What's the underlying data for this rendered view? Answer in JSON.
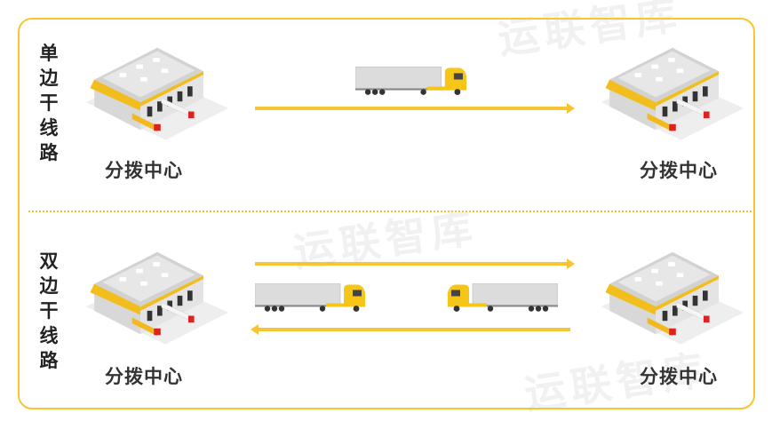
{
  "watermark": "运联智库",
  "sections": [
    {
      "label": "单边干线路",
      "left_hub": "分拨中心",
      "right_hub": "分拨中心"
    },
    {
      "label": "双边干线路",
      "left_hub": "分拨中心",
      "right_hub": "分拨中心"
    }
  ],
  "colors": {
    "accent": "#f6c531",
    "truck_cab": "#f5c518",
    "trailer": "#dcdcdc"
  }
}
